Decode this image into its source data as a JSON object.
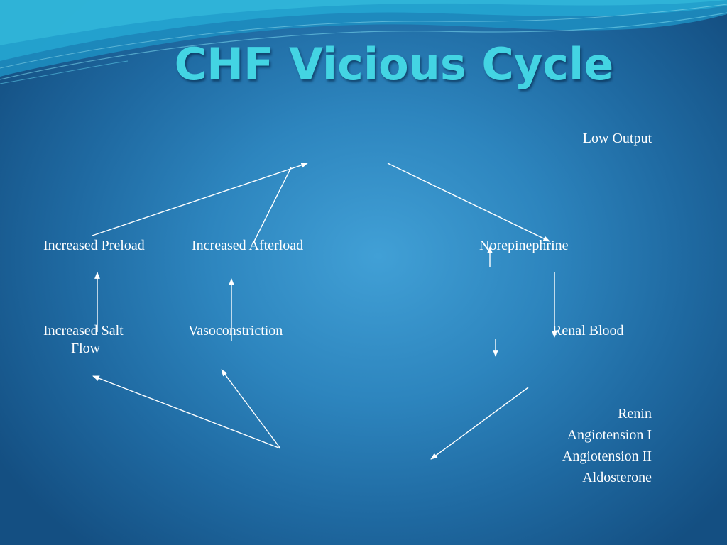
{
  "slide": {
    "title": "CHF Vicious Cycle"
  },
  "diagram": {
    "nodes": {
      "low_output": "Low Output",
      "increased_preload": "Increased Preload",
      "increased_afterload": "Increased Afterload",
      "norepinephrine": "Norepinephrine",
      "increased_salt_line1": "Increased Salt",
      "increased_salt_line2": "Flow",
      "vasoconstriction": "Vasoconstriction",
      "renal_blood": "Renal Blood",
      "raas": [
        "Renin",
        "Angiotension I",
        "Angiotension II",
        "Aldosterone"
      ]
    }
  },
  "theme": {
    "title_color": "#43d4e3",
    "text_color": "#ffffff",
    "background_center": "#41a0d6",
    "background_edge": "#144f82"
  }
}
